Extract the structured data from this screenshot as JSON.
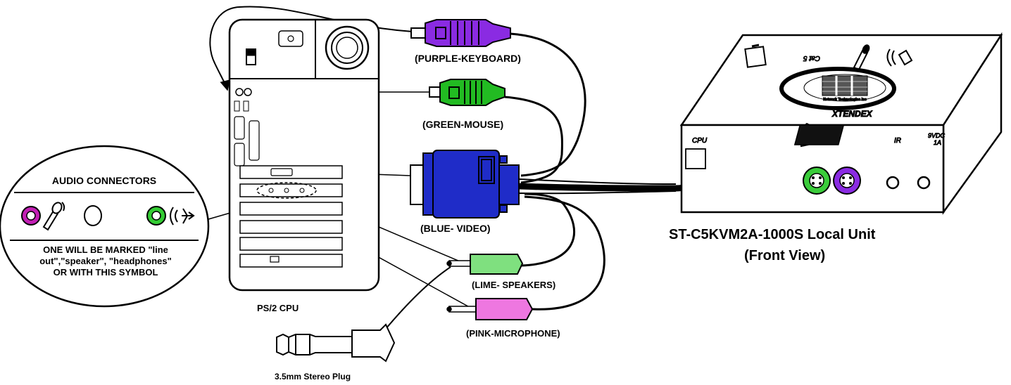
{
  "labels": {
    "keyboard": "(PURPLE-KEYBOARD)",
    "mouse": "(GREEN-MOUSE)",
    "video": "(BLUE- VIDEO)",
    "speakers": "(LIME- SPEAKERS)",
    "microphone": "(PINK-MICROPHONE)",
    "stereo_plug": "3.5mm Stereo Plug",
    "cpu": "PS/2 CPU",
    "unit_title_line1": "ST-C5KVM2A-1000S Local Unit",
    "unit_title_line2": "(Front View)"
  },
  "audio_box": {
    "title": "AUDIO CONNECTORS",
    "note_line1": "ONE WILL BE MARKED \"line",
    "note_line2": "out\",\"speaker\", \"headphones\"",
    "note_line3": "OR WITH THIS SYMBOL"
  },
  "unit_panel": {
    "brand": "XTENDEX",
    "logo_text": "Network Technologies Inc",
    "cat5": "Cat 5",
    "cpu": "CPU",
    "ir": "IR",
    "power_line1": "9VDC",
    "power_line2": "1A"
  },
  "colors": {
    "keyboard": "#8a2be2",
    "mouse": "#22bb22",
    "video": "#1f2cc8",
    "speakers": "#7fe07f",
    "microphone": "#ee77e0"
  }
}
